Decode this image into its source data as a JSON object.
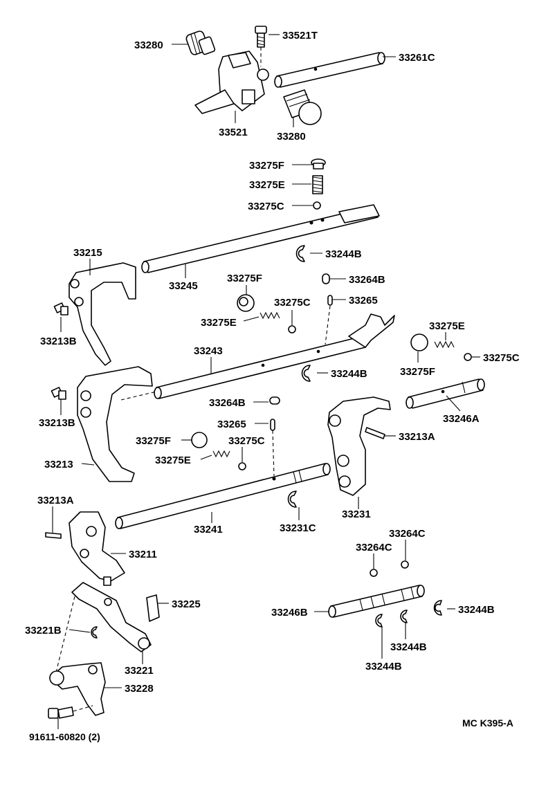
{
  "diagram": {
    "labels": {
      "p33280_top": "33280",
      "p33521t": "33521T",
      "p33261c": "33261C",
      "p33521": "33521",
      "p33280_bot": "33280",
      "p33275f_1": "33275F",
      "p33275e_1": "33275E",
      "p33275c_1": "33275C",
      "p33215": "33215",
      "p33244b_1": "33244B",
      "p33245": "33245",
      "p33275f_2": "33275F",
      "p33264b_1": "33264B",
      "p33275c_2": "33275C",
      "p33265_1": "33265",
      "p33275e_2": "33275E",
      "p33213b_1": "33213B",
      "p33275e_3": "33275E",
      "p33275c_3": "33275C",
      "p33243": "33243",
      "p33244b_2": "33244B",
      "p33275f_3": "33275F",
      "p33213b_2": "33213B",
      "p33264b_2": "33264B",
      "p33246a": "33246A",
      "p33265_2": "33265",
      "p33213a_1": "33213A",
      "p33275f_4": "33275F",
      "p33275c_4": "33275C",
      "p33275e_4": "33275E",
      "p33213": "33213",
      "p33213a_2": "33213A",
      "p33231": "33231",
      "p33241": "33241",
      "p33231c": "33231C",
      "p33264c_1": "33264C",
      "p33264c_2": "33264C",
      "p33211": "33211",
      "p33225": "33225",
      "p33246b": "33246B",
      "p33244b_3": "33244B",
      "p33221b": "33221B",
      "p33244b_4": "33244B",
      "p33221": "33221",
      "p33244b_5": "33244B",
      "p33228": "33228",
      "p91611": "91611-60820 (2)"
    },
    "diagram_code": "MC K395-A"
  }
}
